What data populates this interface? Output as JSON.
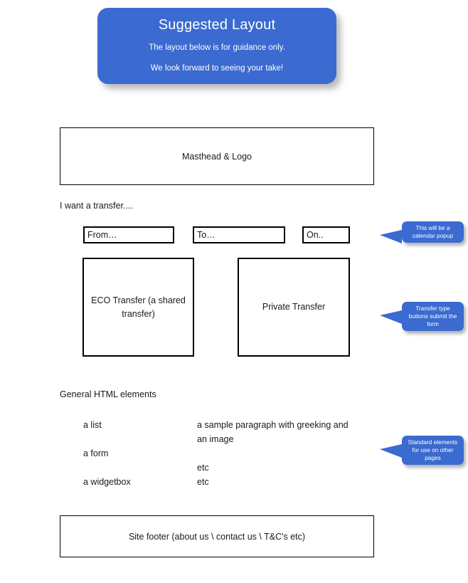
{
  "banner": {
    "title": "Suggested Layout",
    "line1": "The layout below is for guidance only.",
    "line2": "We look forward to seeing your take!",
    "background_color": "#3b6ad0",
    "text_color": "#ffffff"
  },
  "masthead": {
    "label": "Masthead & Logo"
  },
  "transfer_section": {
    "label": "I want a transfer....",
    "fields": [
      {
        "name": "from",
        "value": "From…"
      },
      {
        "name": "to",
        "value": "To…"
      },
      {
        "name": "on",
        "value": "On.."
      }
    ],
    "buttons": [
      {
        "name": "eco",
        "label": "ECO Transfer\n(a shared transfer)"
      },
      {
        "name": "private",
        "label": "Private Transfer"
      }
    ]
  },
  "general_section": {
    "label": "General HTML elements",
    "left_column": [
      "a list",
      "a form",
      "a widgetbox"
    ],
    "right_column": [
      "a sample paragraph with greeking and\nan image",
      "etc",
      "etc"
    ]
  },
  "footer": {
    "label": "Site footer (about us \\ contact us \\ T&C's etc)"
  },
  "callouts": [
    {
      "name": "calendar",
      "text": "This will be a calendar popup"
    },
    {
      "name": "transfer-type",
      "text": "Transfer type buttons submit the form"
    },
    {
      "name": "standard-elements",
      "text": "Standard elements for use on other pages"
    }
  ]
}
